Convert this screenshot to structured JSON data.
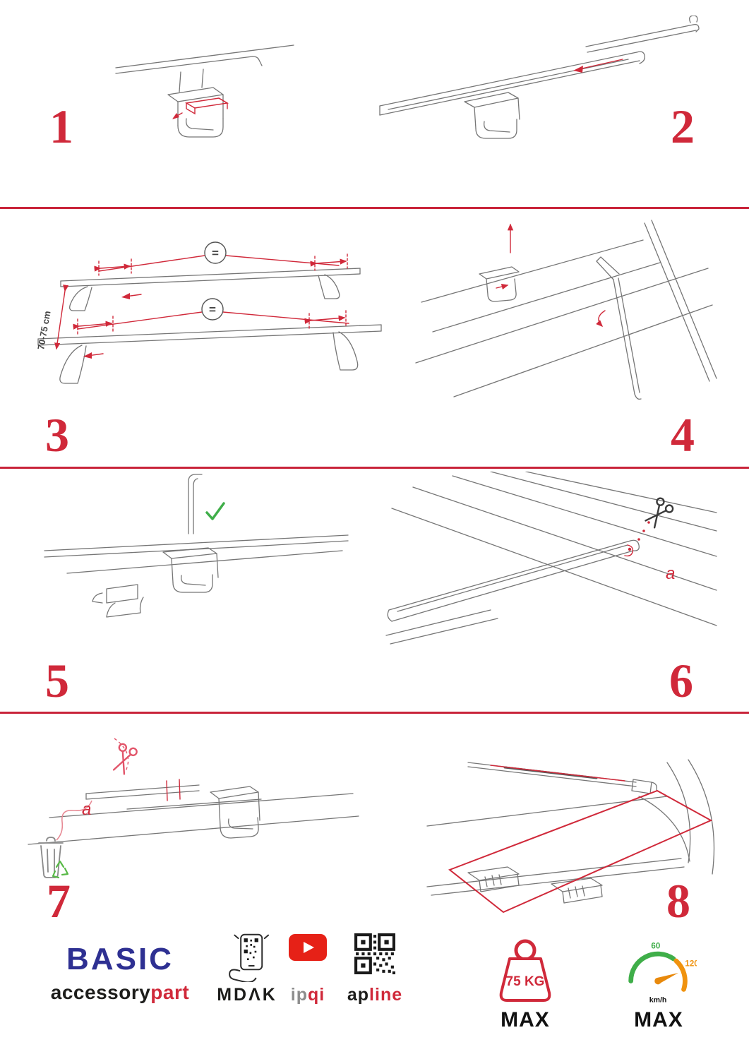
{
  "colors": {
    "accent_red": "#d0293a",
    "divider_red": "#c9243a",
    "brand_blue": "#2e3092",
    "youtube_red": "#e62117",
    "gauge_green": "#3fae49",
    "gauge_orange": "#f0930f",
    "check_green": "#3fae49",
    "recycle_green": "#58b947",
    "line_gray": "#767676"
  },
  "steps": [
    {
      "number": "1"
    },
    {
      "number": "2"
    },
    {
      "number": "3",
      "dimension_label": "70-75 cm",
      "equals_symbol": "="
    },
    {
      "number": "4"
    },
    {
      "number": "5"
    },
    {
      "number": "6",
      "cut_label": "a"
    },
    {
      "number": "7",
      "cut_label": "a"
    },
    {
      "number": "8"
    }
  ],
  "footer": {
    "brand_title": "BASIC",
    "brand_sub_left": "accessory",
    "brand_sub_right": "part",
    "partner_mdak": "MDΛK",
    "partner_ipqi_left": "ip",
    "partner_ipqi_right": "qi",
    "partner_apline_left": "ap",
    "partner_apline_right": "line",
    "weight_value": "75 KG",
    "weight_max_label": "MAX",
    "speed_tick_low": "60",
    "speed_tick_high": "120",
    "speed_unit": "km/h",
    "speed_max_label": "MAX"
  }
}
